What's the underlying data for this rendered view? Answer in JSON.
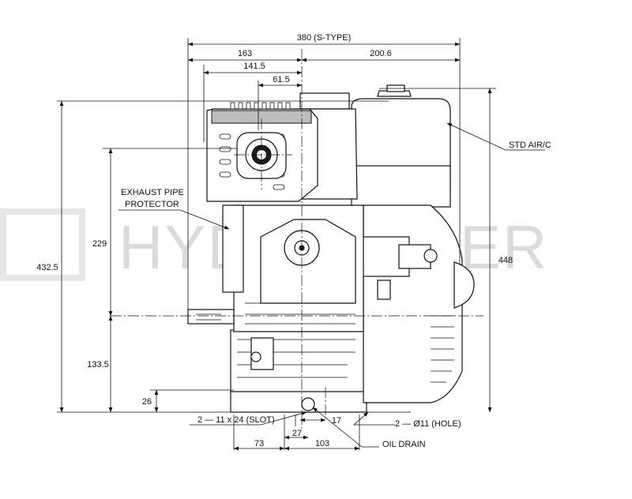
{
  "watermark": "HYDRAMIDER",
  "dimensions": {
    "overall_width": "380 (S-TYPE)",
    "left_width": "163",
    "right_width": "200.6",
    "offset_141": "141.5",
    "offset_61": "61.5",
    "height_432": "432.5",
    "height_229": "229",
    "height_133": "133.5",
    "height_26": "26",
    "height_448": "448",
    "slot_spacing": "17",
    "slot_27": "27",
    "base_73": "73",
    "base_103": "103"
  },
  "labels": {
    "exhaust_line1": "EXHAUST PIPE",
    "exhaust_line2": "PROTECTOR",
    "std_air": "STD AIR/C",
    "slot": "2 — 11 x 24 (SLOT)",
    "hole": "2 — Ø11 (HOLE)",
    "oil_drain": "OIL DRAIN"
  }
}
